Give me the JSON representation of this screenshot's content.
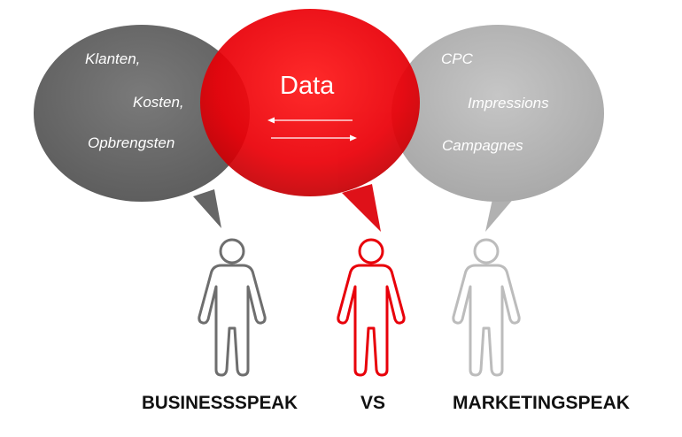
{
  "colors": {
    "business": "#6e6e6e",
    "data": "#e8000a",
    "marketing": "#bcbcbc",
    "caption": "#111111"
  },
  "bubbles": {
    "business": {
      "words": [
        "Klanten,",
        "Kosten,",
        "Opbrengsten"
      ]
    },
    "data": {
      "label": "Data"
    },
    "marketing": {
      "words": [
        "CPC",
        "Impressions",
        "Campagnes"
      ]
    }
  },
  "captions": {
    "business": "BUSINESSSPEAK",
    "vs": "VS",
    "marketing": "MARKETINGSPEAK"
  }
}
